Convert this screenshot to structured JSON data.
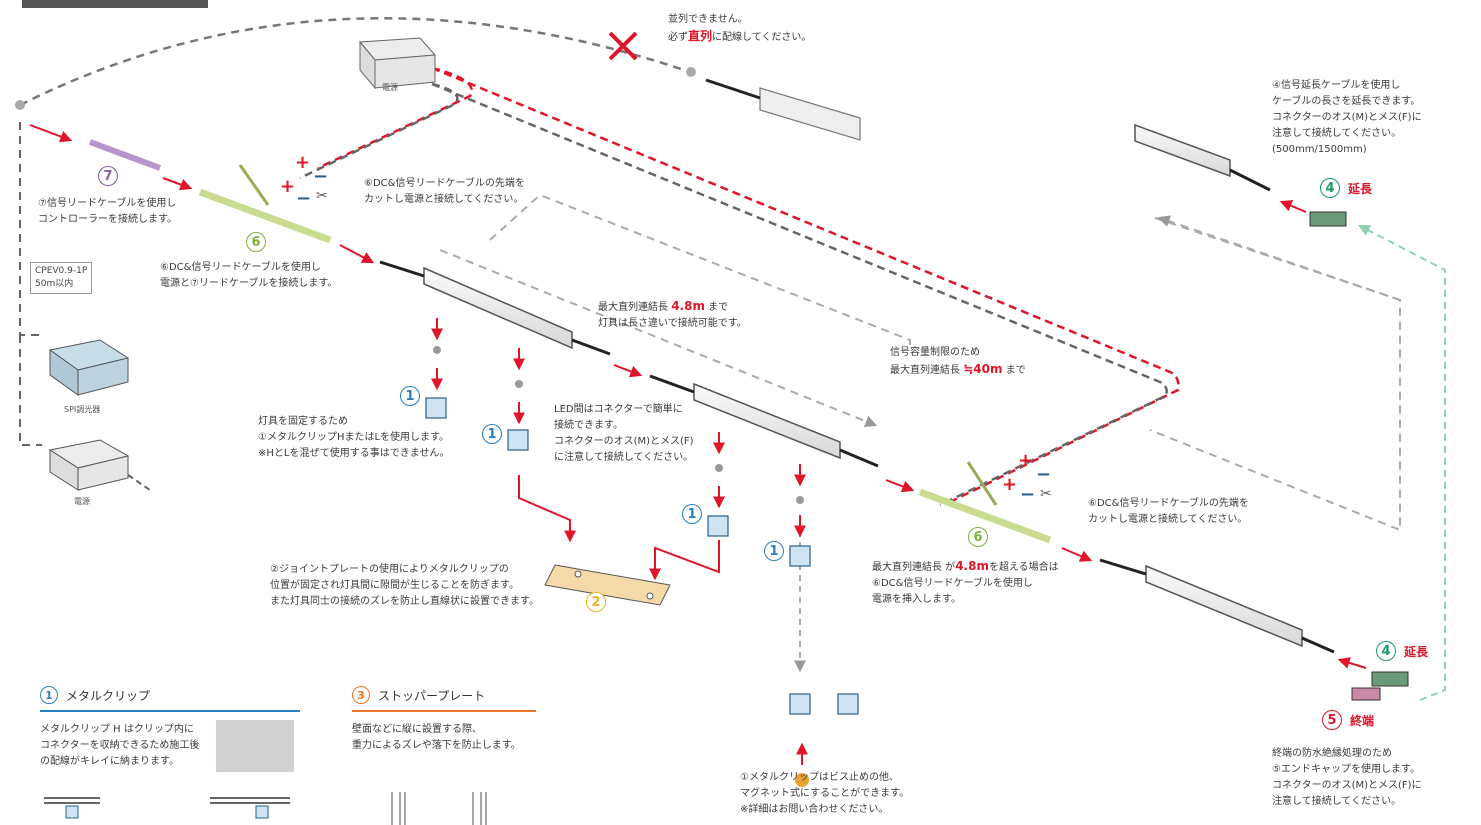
{
  "notes": {
    "no_parallel_1": "並列できません。",
    "no_parallel_2a": "必ず",
    "no_parallel_2b": "直列",
    "no_parallel_2c": "に配線してください。",
    "power_label": "電源",
    "power_label_2": "電源",
    "spi_label": "SPI調光器",
    "dc_cut_top_1": "⑥DC&信号リードケーブルの先端を",
    "dc_cut_top_2": "カットし電源と接続してください。",
    "signal_cable_1": "⑦信号リードケーブルを使用し",
    "signal_cable_2": "コントローラーを接続します。",
    "cpev_1": "CPEV0.9-1P",
    "cpev_2": "50m以内",
    "dc_lead_1": "⑥DC&信号リードケーブルを使用し",
    "dc_lead_2": "電源と⑦リードケーブルを接続します。",
    "max_serial_1a": "最大直列連結長",
    "max_serial_1b": "4.8m",
    "max_serial_1c": "まで",
    "max_serial_2": "灯具は長さ違いで接続可能です。",
    "signal_limit_1": "信号容量制限のため",
    "signal_limit_2a": "最大直列連結長",
    "signal_limit_2b": "≒40m",
    "signal_limit_2c": "まで",
    "fix_1": "灯具を固定するため",
    "fix_2": "①メタルクリップHまたはLを使用します。",
    "fix_3": "※HとLを混ぜて使用する事はできません。",
    "led_conn_1": "LED間はコネクターで簡単に",
    "led_conn_2": "接続できます。",
    "led_conn_3": "コネクターのオス(M)とメス(F)",
    "led_conn_4": "に注意して接続してください。",
    "joint_1": "②ジョイントプレートの使用によりメタルクリップの",
    "joint_2": "位置が固定され灯具間に隙間が生じることを防ぎます。",
    "joint_3": "また灯具同士の接続のズレを防止し直線状に設置できます。",
    "over_1a": "最大直列連結長 が",
    "over_1b": "4.8m",
    "over_1c": "を超える場合は",
    "over_2": "⑥DC&信号リードケーブルを使用し",
    "over_3": "電源を挿入します。",
    "dc_cut_mid_1": "⑥DC&信号リードケーブルの先端を",
    "dc_cut_mid_2": "カットし電源と接続してください。",
    "ext_1": "④信号延長ケーブルを使用し",
    "ext_2": "ケーブルの長さを延長できます。",
    "ext_3": "コネクターのオス(M)とメス(F)に",
    "ext_4": "注意して接続してください。",
    "ext_5": "(500mm/1500mm)",
    "extension_tag": "延長",
    "extension_tag_2": "延長",
    "end_tag": "終端",
    "end_1": "終端の防水絶縁処理のため",
    "end_2": "⑤エンドキャップを使用します。",
    "end_3": "コネクターのオス(M)とメス(F)に",
    "end_4": "注意して接続してください。",
    "magnet_1": "①メタルクリップはビス止めの他、",
    "magnet_2": "マグネット式にすることができます。",
    "magnet_3": "※詳細はお問い合わせください。"
  },
  "numbers": {
    "n1": "1",
    "n2": "2",
    "n3": "3",
    "n4": "4",
    "n5": "5",
    "n6": "6",
    "n7": "7"
  },
  "sections": {
    "clip_title": "メタルクリップ",
    "clip_desc_1": "メタルクリップ H はクリップ内に",
    "clip_desc_2": "コネクターを収納できるため施工後",
    "clip_desc_3": "の配線がキレイに納まります。",
    "stopper_title": "ストッパープレート",
    "stopper_desc_1": "壁面などに縦に設置する際、",
    "stopper_desc_2": "重力によるズレや落下を防止します。"
  },
  "colors": {
    "red": "#e0152a",
    "gray_line": "#666666",
    "teal_line": "#8fd0b0",
    "blue": "#2a7fc1",
    "purple": "#8b5fa8",
    "green": "#7fb23a",
    "yellow": "#e8b628",
    "orange": "#e8762a"
  }
}
